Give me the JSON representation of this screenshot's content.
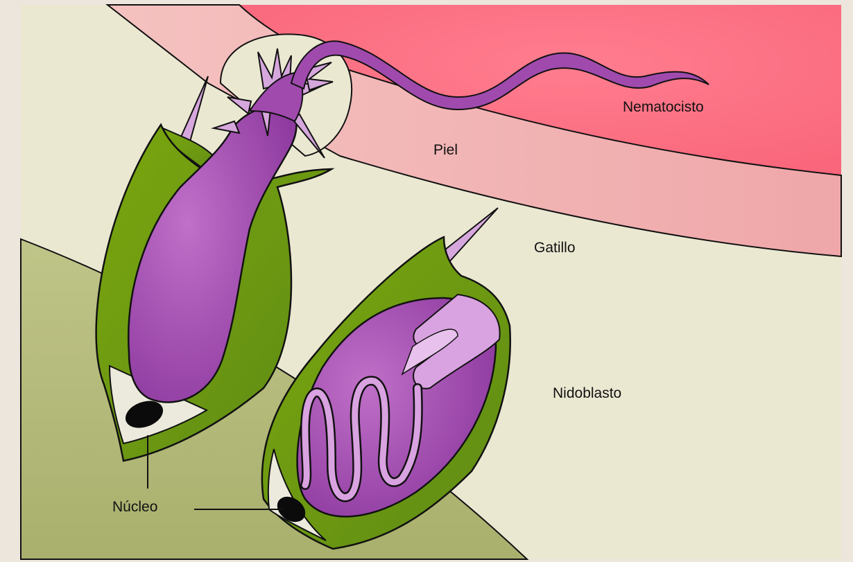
{
  "labels": {
    "nematocisto": "Nematocisto",
    "piel": "Piel",
    "gatillo": "Gatillo",
    "nidoblasto": "Nidoblasto",
    "nucleo": "Núcleo"
  },
  "colors": {
    "background_paper": "#ece6dc",
    "panel": "#ebe8d2",
    "prey_tissue": "#fb6f83",
    "skin": "#f2b2b2",
    "cell_body": "#b8bf83",
    "nidoblast_wall": "#6f9a12",
    "capsule": "#a04aae",
    "thread": "#d9a2e0",
    "nucleus": "#0b0b0b"
  }
}
